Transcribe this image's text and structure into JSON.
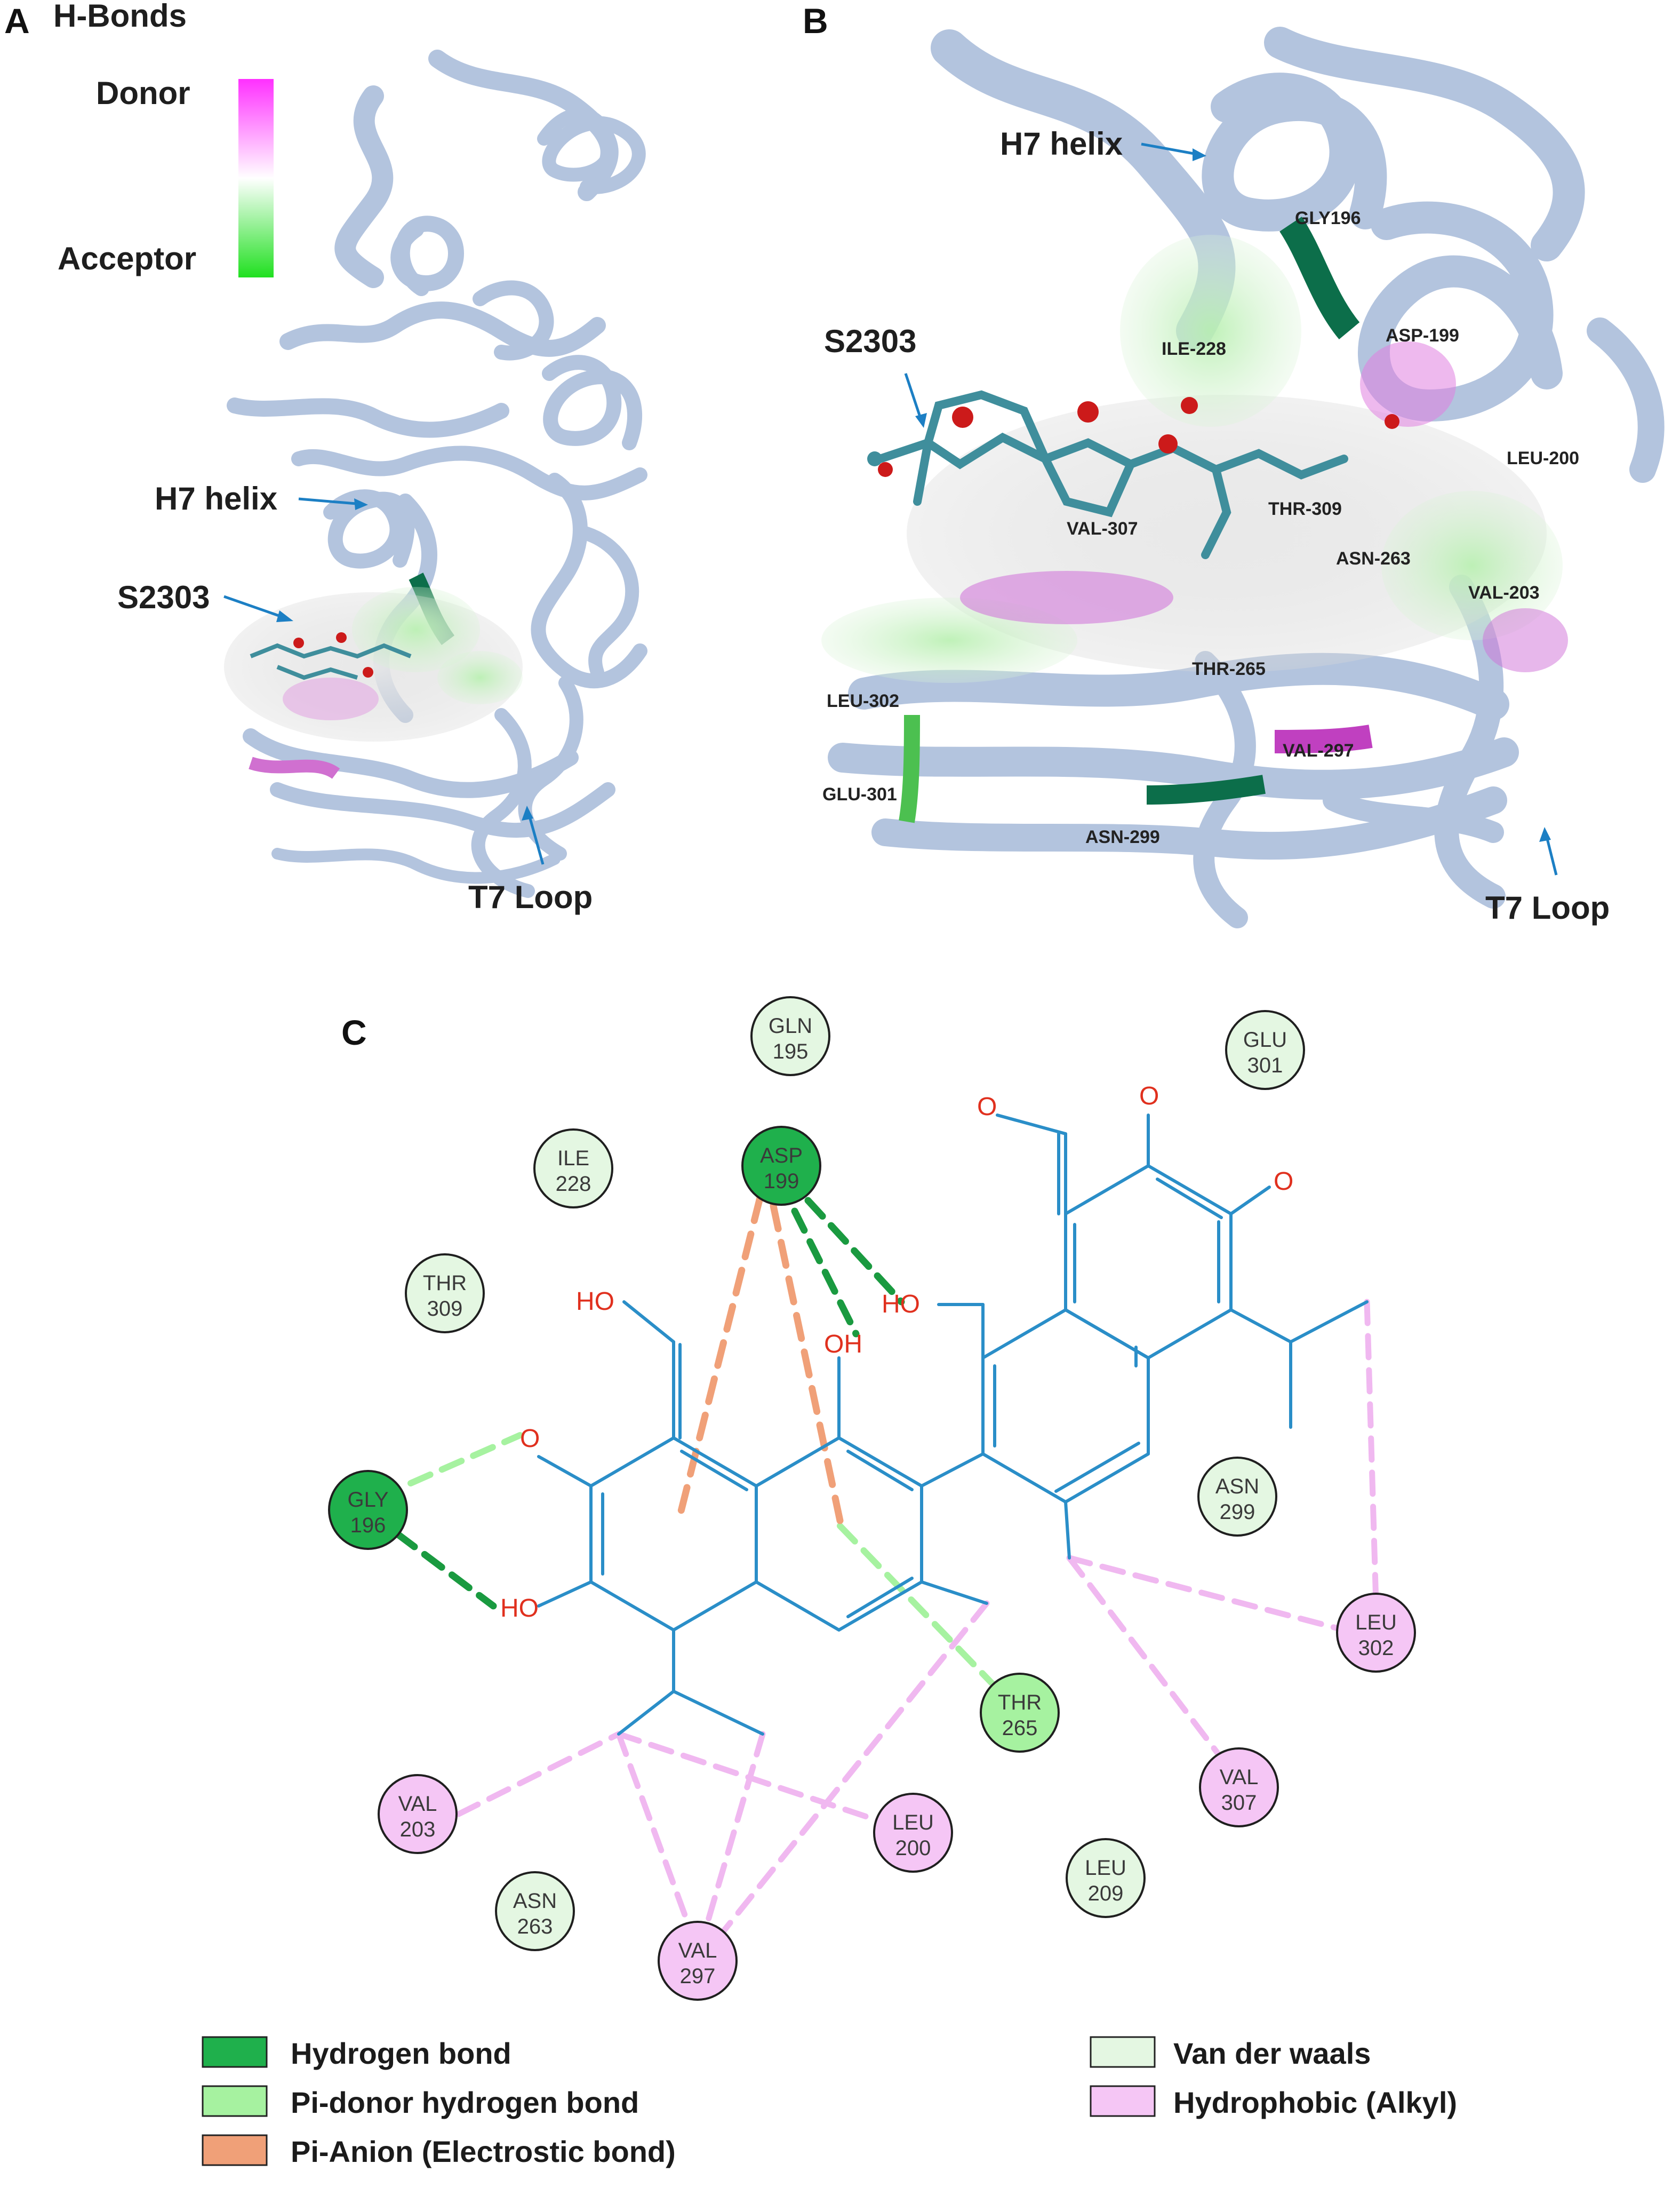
{
  "panels": {
    "a": "A",
    "b": "B",
    "c": "C"
  },
  "panel_a": {
    "hbonds_title": "H-Bonds",
    "donor_label": "Donor",
    "acceptor_label": "Acceptor",
    "h7_label": "H7 helix",
    "ligand_label": "S2303",
    "t7_label": "T7 Loop"
  },
  "panel_b": {
    "h7_label": "H7 helix",
    "ligand_label": "S2303",
    "t7_label": "T7 Loop",
    "residues": [
      "GLY196",
      "ASP-199",
      "ILE-228",
      "LEU-200",
      "THR-309",
      "VAL-307",
      "ASN-263",
      "VAL-203",
      "THR-265",
      "LEU-302",
      "VAL-297",
      "GLU-301",
      "ASN-299"
    ]
  },
  "panel_c": {
    "residues": [
      {
        "name": "GLN",
        "num": "195",
        "type": "vdw"
      },
      {
        "name": "GLU",
        "num": "301",
        "type": "vdw"
      },
      {
        "name": "ASP",
        "num": "199",
        "type": "hbond"
      },
      {
        "name": "ILE",
        "num": "228",
        "type": "vdw"
      },
      {
        "name": "THR",
        "num": "309",
        "type": "vdw"
      },
      {
        "name": "GLY",
        "num": "196",
        "type": "hbond"
      },
      {
        "name": "ASN",
        "num": "299",
        "type": "vdw"
      },
      {
        "name": "LEU",
        "num": "302",
        "type": "alkyl"
      },
      {
        "name": "THR",
        "num": "265",
        "type": "pidonor"
      },
      {
        "name": "VAL",
        "num": "307",
        "type": "alkyl"
      },
      {
        "name": "VAL",
        "num": "203",
        "type": "alkyl"
      },
      {
        "name": "LEU",
        "num": "200",
        "type": "alkyl"
      },
      {
        "name": "LEU",
        "num": "209",
        "type": "vdw"
      },
      {
        "name": "ASN",
        "num": "263",
        "type": "vdw"
      },
      {
        "name": "VAL",
        "num": "297",
        "type": "alkyl"
      }
    ],
    "atoms": {
      "o": "O",
      "oh": "OH",
      "ho": "HO"
    }
  },
  "legend": {
    "hydrogen_bond": "Hydrogen bond",
    "pi_donor": "Pi-donor hydrogen bond",
    "pi_anion": "Pi-Anion (Electrostic bond)",
    "vdw": "Van der waals",
    "alkyl": "Hydrophobic (Alkyl)"
  },
  "colors": {
    "hbond": "#1fb04c",
    "pidonor": "#a6f2a0",
    "pianion": "#f0a078",
    "vdw": "#e4f7e2",
    "alkyl": "#f5c6f5",
    "molecule": "#2a8ec8",
    "oxygen": "#e0301e",
    "ribbon": "#b3c4de",
    "donor": "#ff30ff",
    "acceptor": "#20e020"
  }
}
